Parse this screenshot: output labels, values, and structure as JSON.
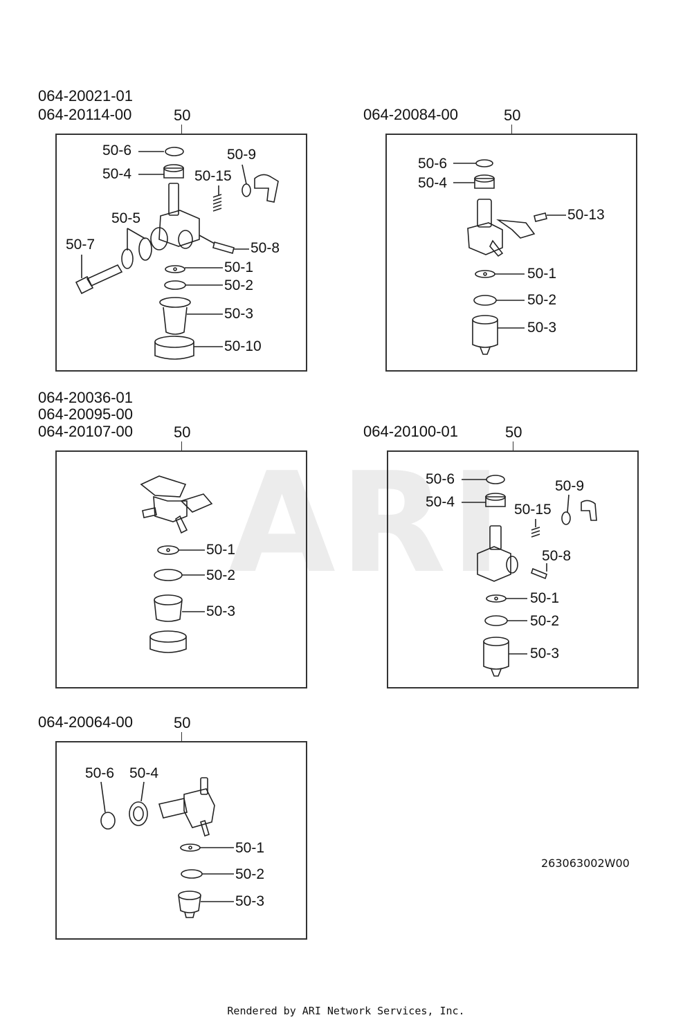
{
  "watermark": "ARI",
  "assemblies": [
    {
      "part_numbers": [
        "064-20021-01",
        "064-20114-00"
      ],
      "ref": "50",
      "labels": [
        "50-6",
        "50-4",
        "50-9",
        "50-15",
        "50-5",
        "50-7",
        "50-8",
        "50-1",
        "50-2",
        "50-3",
        "50-10"
      ]
    },
    {
      "part_numbers": [
        "064-20084-00"
      ],
      "ref": "50",
      "labels": [
        "50-6",
        "50-4",
        "50-13",
        "50-1",
        "50-2",
        "50-3"
      ]
    },
    {
      "part_numbers": [
        "064-20036-01",
        "064-20095-00",
        "064-20107-00"
      ],
      "ref": "50",
      "labels": [
        "50-1",
        "50-2",
        "50-3"
      ]
    },
    {
      "part_numbers": [
        "064-20100-01"
      ],
      "ref": "50",
      "labels": [
        "50-6",
        "50-4",
        "50-9",
        "50-15",
        "50-8",
        "50-1",
        "50-2",
        "50-3"
      ]
    },
    {
      "part_numbers": [
        "064-20064-00"
      ],
      "ref": "50",
      "labels": [
        "50-6",
        "50-4",
        "50-1",
        "50-2",
        "50-3"
      ]
    }
  ],
  "drawing_id": "263063002W00",
  "footer": "Rendered by ARI Network Services, Inc."
}
